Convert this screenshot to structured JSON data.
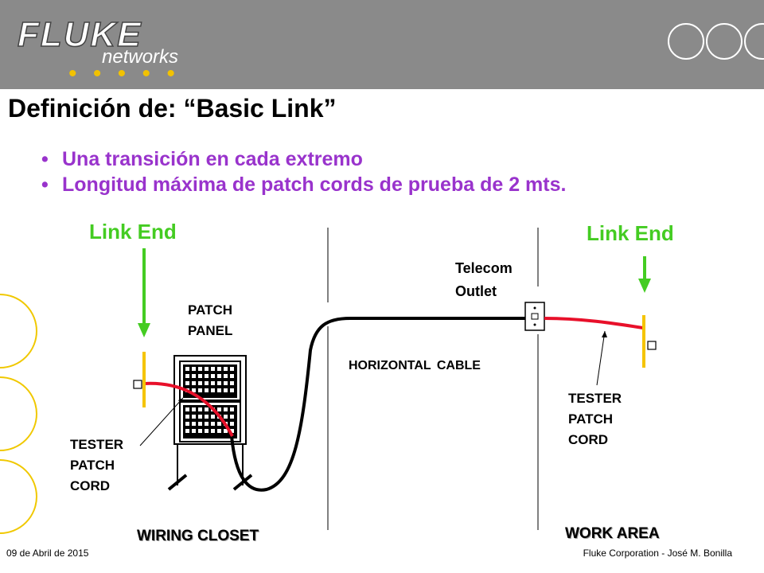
{
  "header": {
    "logo_brand": "FLUKE",
    "logo_sub": "networks",
    "logo_dots": "• • • • •"
  },
  "title": "Definición de: “Basic Link”",
  "bullets": [
    "Una transición en cada extremo",
    "Longitud máxima de patch cords de prueba de 2 mts."
  ],
  "diagram": {
    "link_end_left": "Link End",
    "link_end_right": "Link End",
    "telecom_line1": "Telecom",
    "telecom_line2": "Outlet",
    "patch_panel_line1": "PATCH",
    "patch_panel_line2": "PANEL",
    "horizontal_cable": "HORIZONTAL CABLE",
    "left_cord": [
      "TESTER",
      "PATCH",
      "CORD"
    ],
    "right_cord": [
      "TESTER",
      "PATCH",
      "CORD"
    ],
    "wiring_closet": "WIRING CLOSET",
    "work_area": "WORK AREA"
  },
  "colors": {
    "header_bg": "#8a8a8a",
    "bullet_text": "#9933cc",
    "link_end": "#44cc22",
    "cord": "#e8102a",
    "tester_bar": "#f5c400",
    "side_circles": "#f0c800"
  },
  "footer": {
    "date": "09 de Abril de 2015",
    "credit": "Fluke Corporation - José M. Bonilla"
  }
}
